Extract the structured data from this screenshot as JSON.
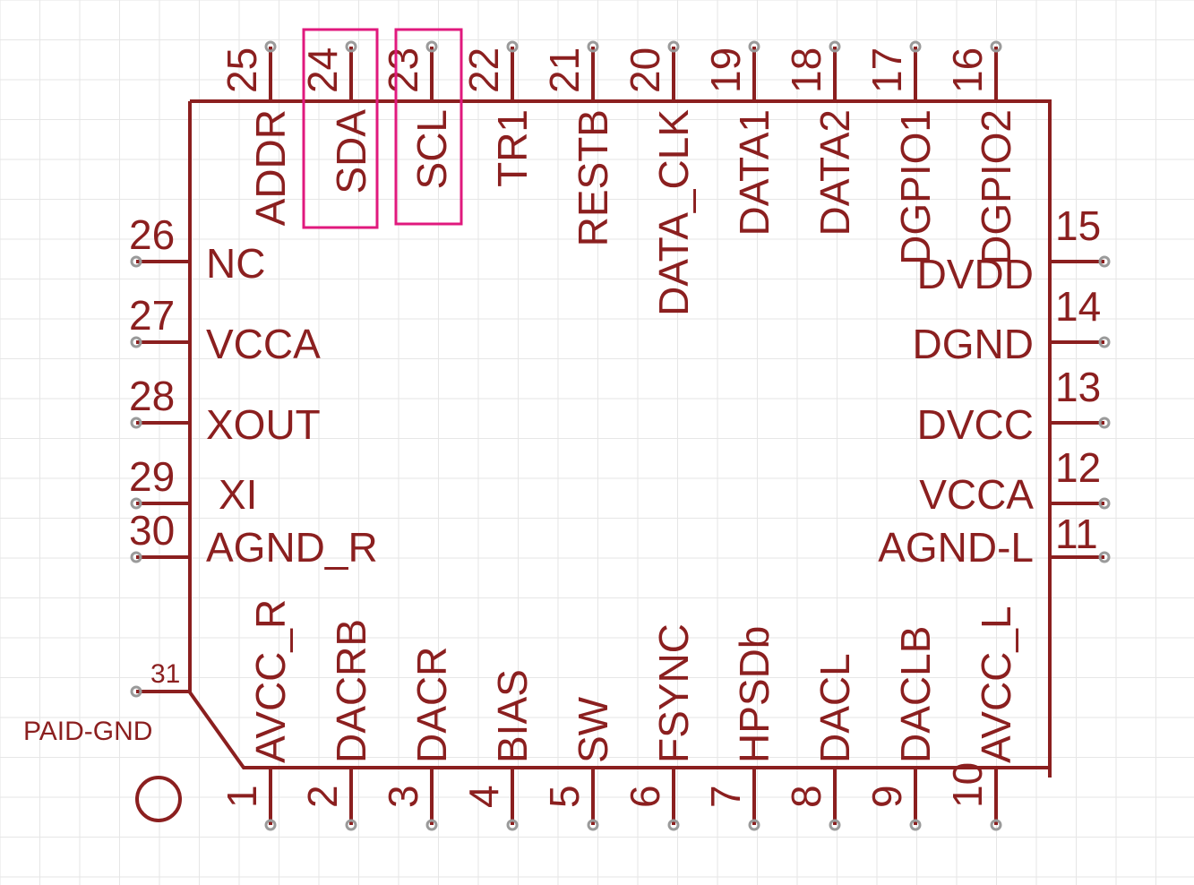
{
  "colors": {
    "background": "#ffffff",
    "grid": "#e6e6e6",
    "symbol": "#8b1f1f",
    "pin_end": "#9a9a9a",
    "highlight": "#e0197d"
  },
  "pins": [
    {
      "num": "1",
      "name": "AVCC_R"
    },
    {
      "num": "2",
      "name": "DACRB"
    },
    {
      "num": "3",
      "name": "DACR"
    },
    {
      "num": "4",
      "name": "BIAS"
    },
    {
      "num": "5",
      "name": "SW"
    },
    {
      "num": "6",
      "name": "FSYNC"
    },
    {
      "num": "7",
      "name": "HPSDb"
    },
    {
      "num": "8",
      "name": "DACL"
    },
    {
      "num": "9",
      "name": "DACLB"
    },
    {
      "num": "10",
      "name": "AVCC_L"
    },
    {
      "num": "11",
      "name": "AGND-L"
    },
    {
      "num": "12",
      "name": "VCCA"
    },
    {
      "num": "13",
      "name": "DVCC"
    },
    {
      "num": "14",
      "name": "DGND"
    },
    {
      "num": "15",
      "name": "DVDD"
    },
    {
      "num": "16",
      "name": "DGPIO2"
    },
    {
      "num": "17",
      "name": "DGPIO1"
    },
    {
      "num": "18",
      "name": "DATA2"
    },
    {
      "num": "19",
      "name": "DATA1"
    },
    {
      "num": "20",
      "name": "DATA_CLK"
    },
    {
      "num": "21",
      "name": "RESTB"
    },
    {
      "num": "22",
      "name": "TR1"
    },
    {
      "num": "23",
      "name": "SCL"
    },
    {
      "num": "24",
      "name": "SDA"
    },
    {
      "num": "25",
      "name": "ADDR"
    },
    {
      "num": "26",
      "name": "NC"
    },
    {
      "num": "27",
      "name": "VCCA"
    },
    {
      "num": "28",
      "name": "XOUT"
    },
    {
      "num": "29",
      "name": "XI"
    },
    {
      "num": "30",
      "name": "AGND_R"
    },
    {
      "num": "31",
      "name": "PAID-GND"
    }
  ],
  "highlighted_pins": [
    "24",
    "23"
  ]
}
